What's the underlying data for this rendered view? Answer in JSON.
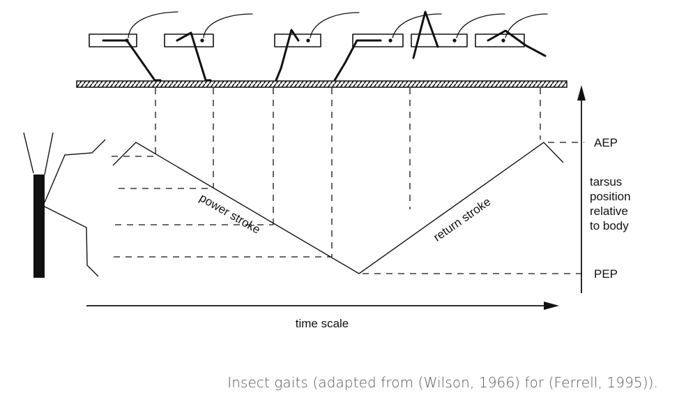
{
  "diagram": {
    "labels": {
      "aep": "AEP",
      "pep": "PEP",
      "axis_lines": [
        "tarsus",
        "position",
        "relative",
        "to body"
      ],
      "time": "time scale",
      "power_stroke": "power stroke",
      "return_stroke": "return stroke"
    }
  },
  "caption": "Insect gaits (adapted from (Wilson, 1966) for (Ferrell, 1995))."
}
